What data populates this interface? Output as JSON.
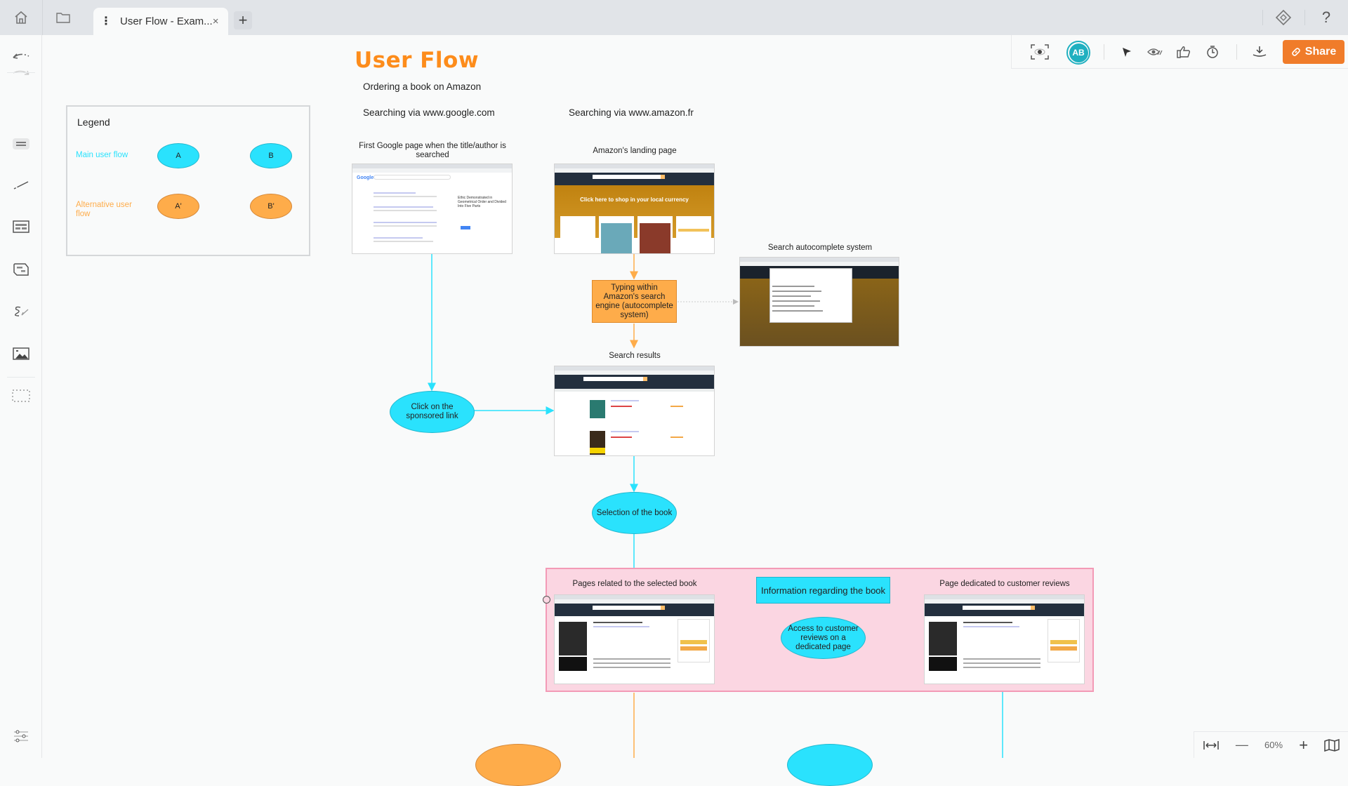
{
  "tabs": {
    "home_icon": "home-icon",
    "folder_icon": "folder-icon",
    "active_tab": {
      "title": "User Flow - Exam...",
      "menu_icon": "vertical-dots-icon",
      "close": "×"
    },
    "new_tab": "+",
    "right_icons": [
      "diamond-icon",
      "help-icon"
    ],
    "help": "?"
  },
  "sidebar": {
    "items": [
      {
        "name": "undo",
        "icon": "undo-icon"
      },
      {
        "name": "redo",
        "icon": "redo-icon"
      },
      {
        "name": "text",
        "icon": "text-icon"
      },
      {
        "name": "line",
        "icon": "line-icon"
      },
      {
        "name": "container",
        "icon": "container-icon"
      },
      {
        "name": "sticky-note",
        "icon": "sticky-note-icon"
      },
      {
        "name": "freehand",
        "icon": "pen-icon"
      },
      {
        "name": "image",
        "icon": "image-icon"
      },
      {
        "name": "frame",
        "icon": "frame-icon"
      },
      {
        "name": "settings",
        "icon": "sliders-icon"
      }
    ]
  },
  "toolbar": {
    "presentation_icon": "eye-frame-icon",
    "avatar_initials": "AB",
    "avatar_color": "#1fb0c0",
    "tools": [
      "pointer-icon",
      "hide-icon",
      "like-icon",
      "timer-icon",
      "download-icon"
    ],
    "share_label": "Share",
    "share_color": "#f07c2a"
  },
  "board": {
    "title": "User Flow",
    "title_color": "#fd8c1b",
    "subtitle": "Ordering a book on Amazon",
    "column_google": "Searching via www.google.com",
    "column_amazon": "Searching via www.amazon.fr",
    "legend": {
      "title": "Legend",
      "main_label": "Main user flow",
      "main_color": "#2ae2fd",
      "alt_label": "Alternative user flow",
      "alt_color": "#feac4a",
      "main_a": "A",
      "main_b": "B",
      "alt_a": "A'",
      "alt_b": "B'"
    },
    "captions": {
      "google_page": "First Google page when the title/author is searched",
      "amazon_landing": "Amazon's landing page",
      "autocomplete": "Search autocomplete system",
      "search_results": "Search results",
      "book_pages": "Pages related to the selected book",
      "reviews_page": "Page dedicated to customer reviews"
    },
    "nodes": {
      "typing": "Typing within Amazon's search engine (autocomplete system)",
      "sponsored": "Click on the sponsored link",
      "selection": "Selection of the book",
      "access_reviews": "Access to customer reviews on a dedicated page",
      "info_group": "Information regarding the book"
    },
    "screenshot_text": {
      "amazon_hero": "Click here to shop in your local currency",
      "google_panel": "Ethic Demonstrated in Geometrical Order and Divided Into Five Parts"
    }
  },
  "zoom": {
    "fit_icon": "fit-width-icon",
    "minus": "—",
    "level": "60%",
    "plus": "+",
    "map_icon": "map-icon"
  }
}
